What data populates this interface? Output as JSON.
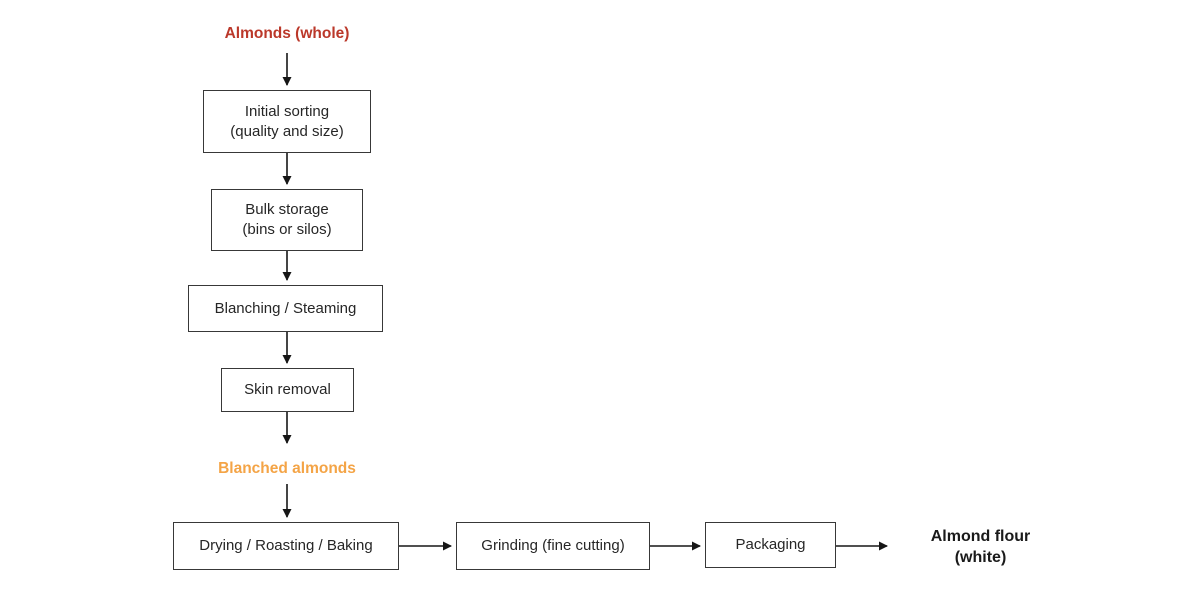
{
  "diagram": {
    "type": "flowchart",
    "nodes": {
      "start": {
        "label": "Almonds (whole)",
        "color": "#bb382a",
        "style": "plain-bold"
      },
      "sorting": {
        "label": "Initial sorting\n(quality and size)",
        "style": "box"
      },
      "storage": {
        "label": "Bulk storage\n(bins or silos)",
        "style": "box"
      },
      "blanching": {
        "label": "Blanching / Steaming",
        "style": "box"
      },
      "skin_removal": {
        "label": "Skin removal",
        "style": "box"
      },
      "blanched": {
        "label": "Blanched almonds",
        "color": "#f4a446",
        "style": "plain-bold"
      },
      "drying": {
        "label": "Drying / Roasting / Baking",
        "style": "box"
      },
      "grinding": {
        "label": "Grinding (fine cutting)",
        "style": "box"
      },
      "packaging": {
        "label": "Packaging",
        "style": "box"
      },
      "end": {
        "label": "Almond flour\n(white)",
        "color": "#1a1a1a",
        "style": "plain-bold"
      }
    },
    "edges": [
      {
        "from": "start",
        "to": "sorting"
      },
      {
        "from": "sorting",
        "to": "storage"
      },
      {
        "from": "storage",
        "to": "blanching"
      },
      {
        "from": "blanching",
        "to": "skin_removal"
      },
      {
        "from": "skin_removal",
        "to": "blanched"
      },
      {
        "from": "blanched",
        "to": "drying"
      },
      {
        "from": "drying",
        "to": "grinding"
      },
      {
        "from": "grinding",
        "to": "packaging"
      },
      {
        "from": "packaging",
        "to": "end"
      }
    ],
    "colors": {
      "start_label": "#bb382a",
      "intermediate_label": "#f4a446",
      "end_label": "#1a1a1a",
      "box_border": "#383838",
      "box_text": "#262626",
      "arrow": "#161616",
      "background": "#ffffff"
    }
  }
}
